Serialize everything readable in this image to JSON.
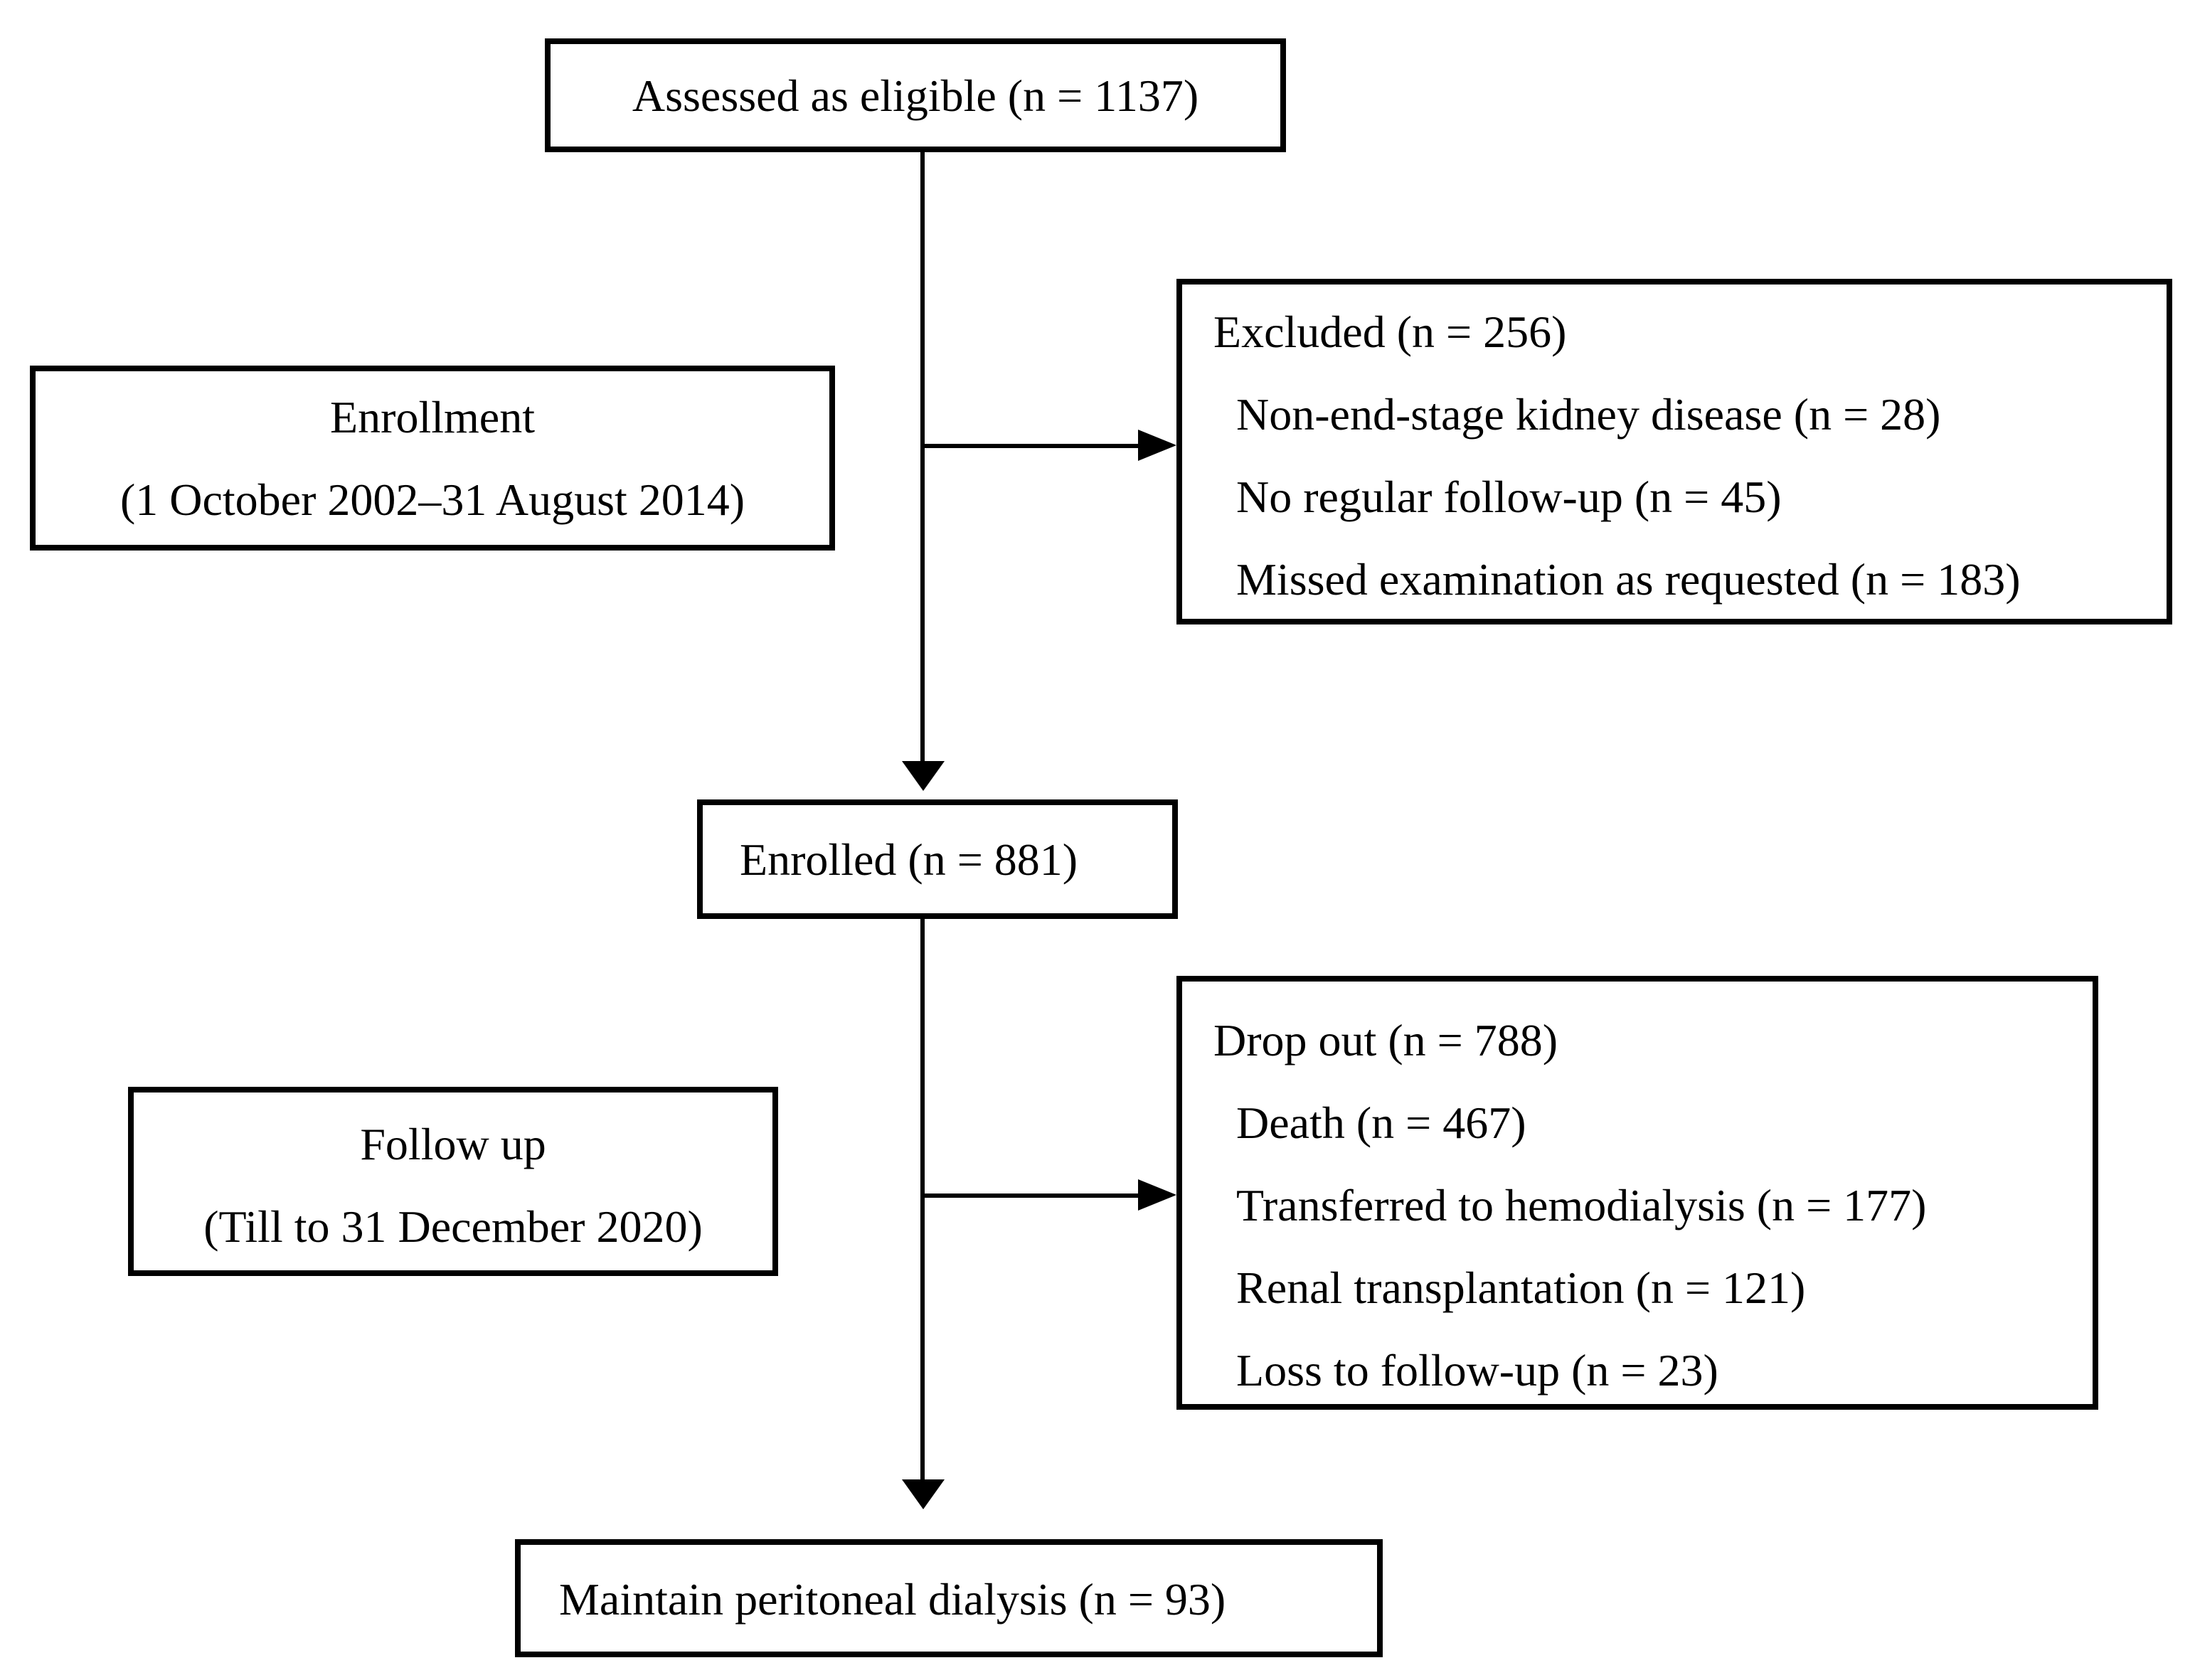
{
  "boxes": {
    "assessed": {
      "label": "Assessed as eligible (n = 1137)"
    },
    "enrollment": {
      "title": "Enrollment",
      "subtitle": "(1 October 2002–31 August 2014)"
    },
    "excluded": {
      "title": "Excluded (n = 256)",
      "items": [
        "Non-end-stage kidney disease (n = 28)",
        "No regular follow-up (n = 45)",
        "Missed examination as requested (n = 183)"
      ]
    },
    "enrolled": {
      "label": "Enrolled (n = 881)"
    },
    "followup": {
      "title": "Follow up",
      "subtitle": "(Till to 31 December 2020)"
    },
    "dropout": {
      "title": "Drop out (n = 788)",
      "items": [
        "Death (n = 467)",
        "Transferred to hemodialysis (n = 177)",
        "Renal transplantation (n = 121)",
        "Loss to follow-up (n = 23)"
      ]
    },
    "maintain": {
      "label": "Maintain peritoneal dialysis (n = 93)"
    }
  },
  "colors": {
    "line": "#000000",
    "background": "#ffffff",
    "text": "#000000"
  }
}
